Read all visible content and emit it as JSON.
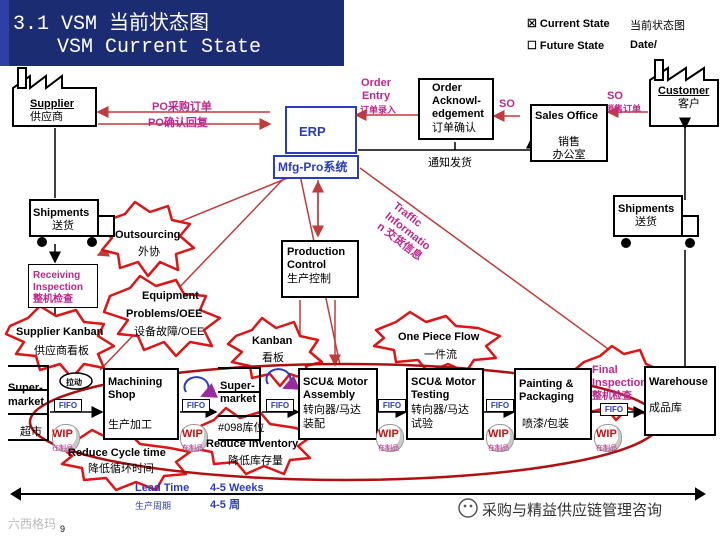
{
  "header": {
    "title_line1": "3.1 VSM 当前状态图",
    "title_line2": "VSM Current State"
  },
  "legend": {
    "current": "☒ Current State",
    "current_cn": "当前状态图",
    "future": "☐ Future State",
    "date": "Date/"
  },
  "supplier": {
    "en": "Supplier",
    "cn": "供应商"
  },
  "customer": {
    "en": "Customer",
    "cn": "客户"
  },
  "po_labels": {
    "order": "PO采购订单",
    "confirm": "PO确认回复"
  },
  "order_entry": {
    "en1": "Order",
    "en2": "Entry",
    "cn": "订单录入"
  },
  "order_ack": {
    "l1": "Order",
    "l2": "Acknowl-",
    "l3": "edgement",
    "cn": "订单确认"
  },
  "so1": "SO",
  "so2": {
    "en": "SO",
    "cn": "销售订单"
  },
  "sales_office": {
    "en": "Sales Office",
    "cn1": "销售",
    "cn2": "办公室"
  },
  "erp": {
    "name": "ERP",
    "system": "Mfg-Pro系统"
  },
  "notify": "通知发货",
  "traffic": {
    "l1": "Traffic",
    "l2": "Informatio",
    "l3": "n 交货信息"
  },
  "shipments_left": {
    "en": "Shipments",
    "cn": "送货"
  },
  "shipments_right": {
    "en": "Shipments",
    "cn": "送货"
  },
  "outsourcing": {
    "en": "Outsourcing",
    "cn": "外协"
  },
  "receiving": {
    "l1": "Receiving",
    "l2": "Inspection",
    "cn": "整机检查"
  },
  "production_control": {
    "l1": "Production",
    "l2": "Control",
    "cn": "生产控制"
  },
  "equipment": {
    "l1": "Equipment",
    "l2": "Problems/OEE",
    "cn": "设备故障/OEE"
  },
  "supplier_kanban": {
    "en": "Supplier Kanban",
    "cn": "供应商看板"
  },
  "kanban": {
    "en": "Kanban",
    "cn": "看板"
  },
  "one_piece": {
    "en": "One Piece Flow",
    "cn": "一件流"
  },
  "final_inspection": {
    "l1": "Final",
    "l2": "Inspection",
    "cn": "整机检查"
  },
  "supermarket_left": {
    "l1": "Super-",
    "l2": "market",
    "cn": "超市"
  },
  "supermarket_mid": {
    "l1": "Super-",
    "l2": "market"
  },
  "pull_label": "拉动",
  "processes": [
    {
      "l1": "Machining",
      "l2": "Shop",
      "cn": "生产加工"
    },
    {
      "l1": "SCU& Motor",
      "l2": "Assembly",
      "cn1": "转向器/马达",
      "cn2": "装配"
    },
    {
      "l1": "SCU& Motor",
      "l2": "Testing",
      "cn1": "转向器/马达",
      "cn2": "试验"
    },
    {
      "l1": "Painting &",
      "l2": "Packaging",
      "cn": "喷漆/包装"
    }
  ],
  "warehouse": {
    "en": "Warehouse",
    "cn": "成品库"
  },
  "fifo": "FIFO",
  "wip": {
    "en": "WIP",
    "cn": "在制品"
  },
  "reduce_cycle": {
    "en": "Reduce Cycle time",
    "cn": "降低循环时间"
  },
  "reduce_inventory": {
    "l1": "#098库位",
    "en": "Reduce inventory",
    "cn": "降低库存量"
  },
  "lead_time": {
    "en": "Lead Time",
    "cn": "生产周期",
    "value_en": "4-5 Weeks",
    "value_cn": "4-5 周"
  },
  "page_number": "9",
  "watermark_left": "六西格玛",
  "watermark_right": "采购与精益供应链管理咨询",
  "colors": {
    "header_bg": "#1c2c72",
    "magenta": "#c2268c",
    "blue": "#2a3cc4",
    "kaizen_red": "#e01414",
    "info_arrow": "#c23b3b"
  }
}
